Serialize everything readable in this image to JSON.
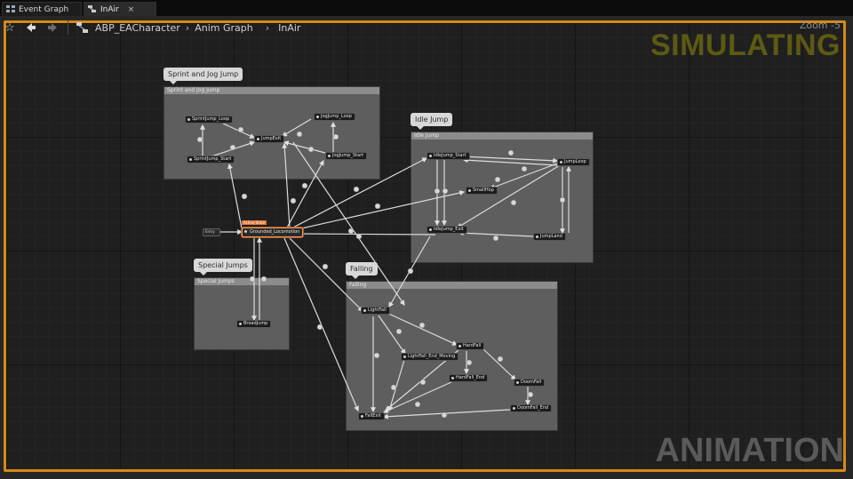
{
  "tabs": [
    {
      "label": "Event Graph",
      "icon": "event-graph-icon"
    },
    {
      "label": "InAir",
      "icon": "state-machine-icon"
    }
  ],
  "breadcrumb": {
    "items": [
      "ABP_EACharacter",
      "Anim Graph",
      "InAir"
    ]
  },
  "overlay": {
    "simulating": "SIMULATING",
    "zoom": "Zoom -5",
    "watermark": "ANIMATION"
  },
  "comments": [
    {
      "bubble": "Sprint and Jog Jump",
      "header": "Sprint and Jog Jump"
    },
    {
      "bubble": "Idle Jump",
      "header": "Idle Jump"
    },
    {
      "bubble": "Special Jumps",
      "header": "Special Jumps"
    },
    {
      "bubble": "Falling",
      "header": "Falling"
    }
  ],
  "entry_label": "Entry",
  "active_state_label": "Active State",
  "states": {
    "sprint_jump_loop": "SprintJump_Loop",
    "jog_jump_loop": "JogJump_Loop",
    "jump_exit": "JumpExit",
    "sprint_jump_start": "SprintJump_Start",
    "jog_jump_start": "JogJump_Start",
    "idle_jump_start": "IdleJump_Start",
    "jump_loop": "JumpLoop",
    "small_hop": "SmallHop",
    "idle_jump_exit": "IdleJump_Exit",
    "jump_land": "JumpLand",
    "grounded_locomotion": "Grounded_Locomotion",
    "broad_jump": "BroadJump",
    "light_fall": "LightFall",
    "hard_fall": "HardFall",
    "light_fall_end_moving": "LightFall_End_Moving",
    "hard_fall_end": "HardFall_End",
    "doom_fall": "DoomFall",
    "doom_fall_end": "DoomFall_End",
    "fall_exit": "FallExit"
  },
  "colors": {
    "frame_border": "#d68a14",
    "active_state": "#e07a3c",
    "simulating_text": "#5c5a13",
    "wire": "#dcdcdc"
  }
}
